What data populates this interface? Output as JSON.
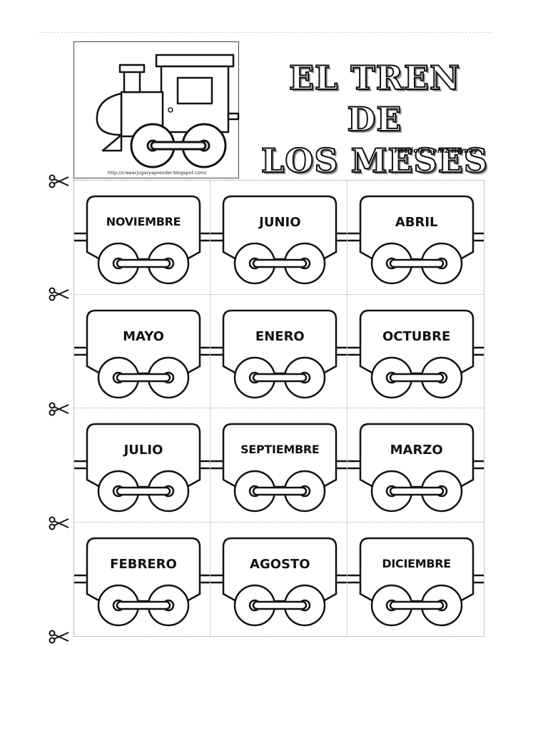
{
  "header": {
    "title_line1": "EL TREN DE",
    "title_line2": "LOS MESES",
    "author": "Patricia Sainz Romay",
    "url": "http://creearjugaryaprender.blogspot.com/"
  },
  "months": [
    "NOVIEMBRE",
    "JUNIO",
    "ABRIL",
    "MAYO",
    "ENERO",
    "OCTUBRE",
    "JULIO",
    "SEPTIEMBRE",
    "MARZO",
    "FEBRERO",
    "AGOSTO",
    "DICIEMBRE"
  ],
  "icons": {
    "train": "locomotive-icon",
    "cut_marker": "scissors-icon"
  }
}
